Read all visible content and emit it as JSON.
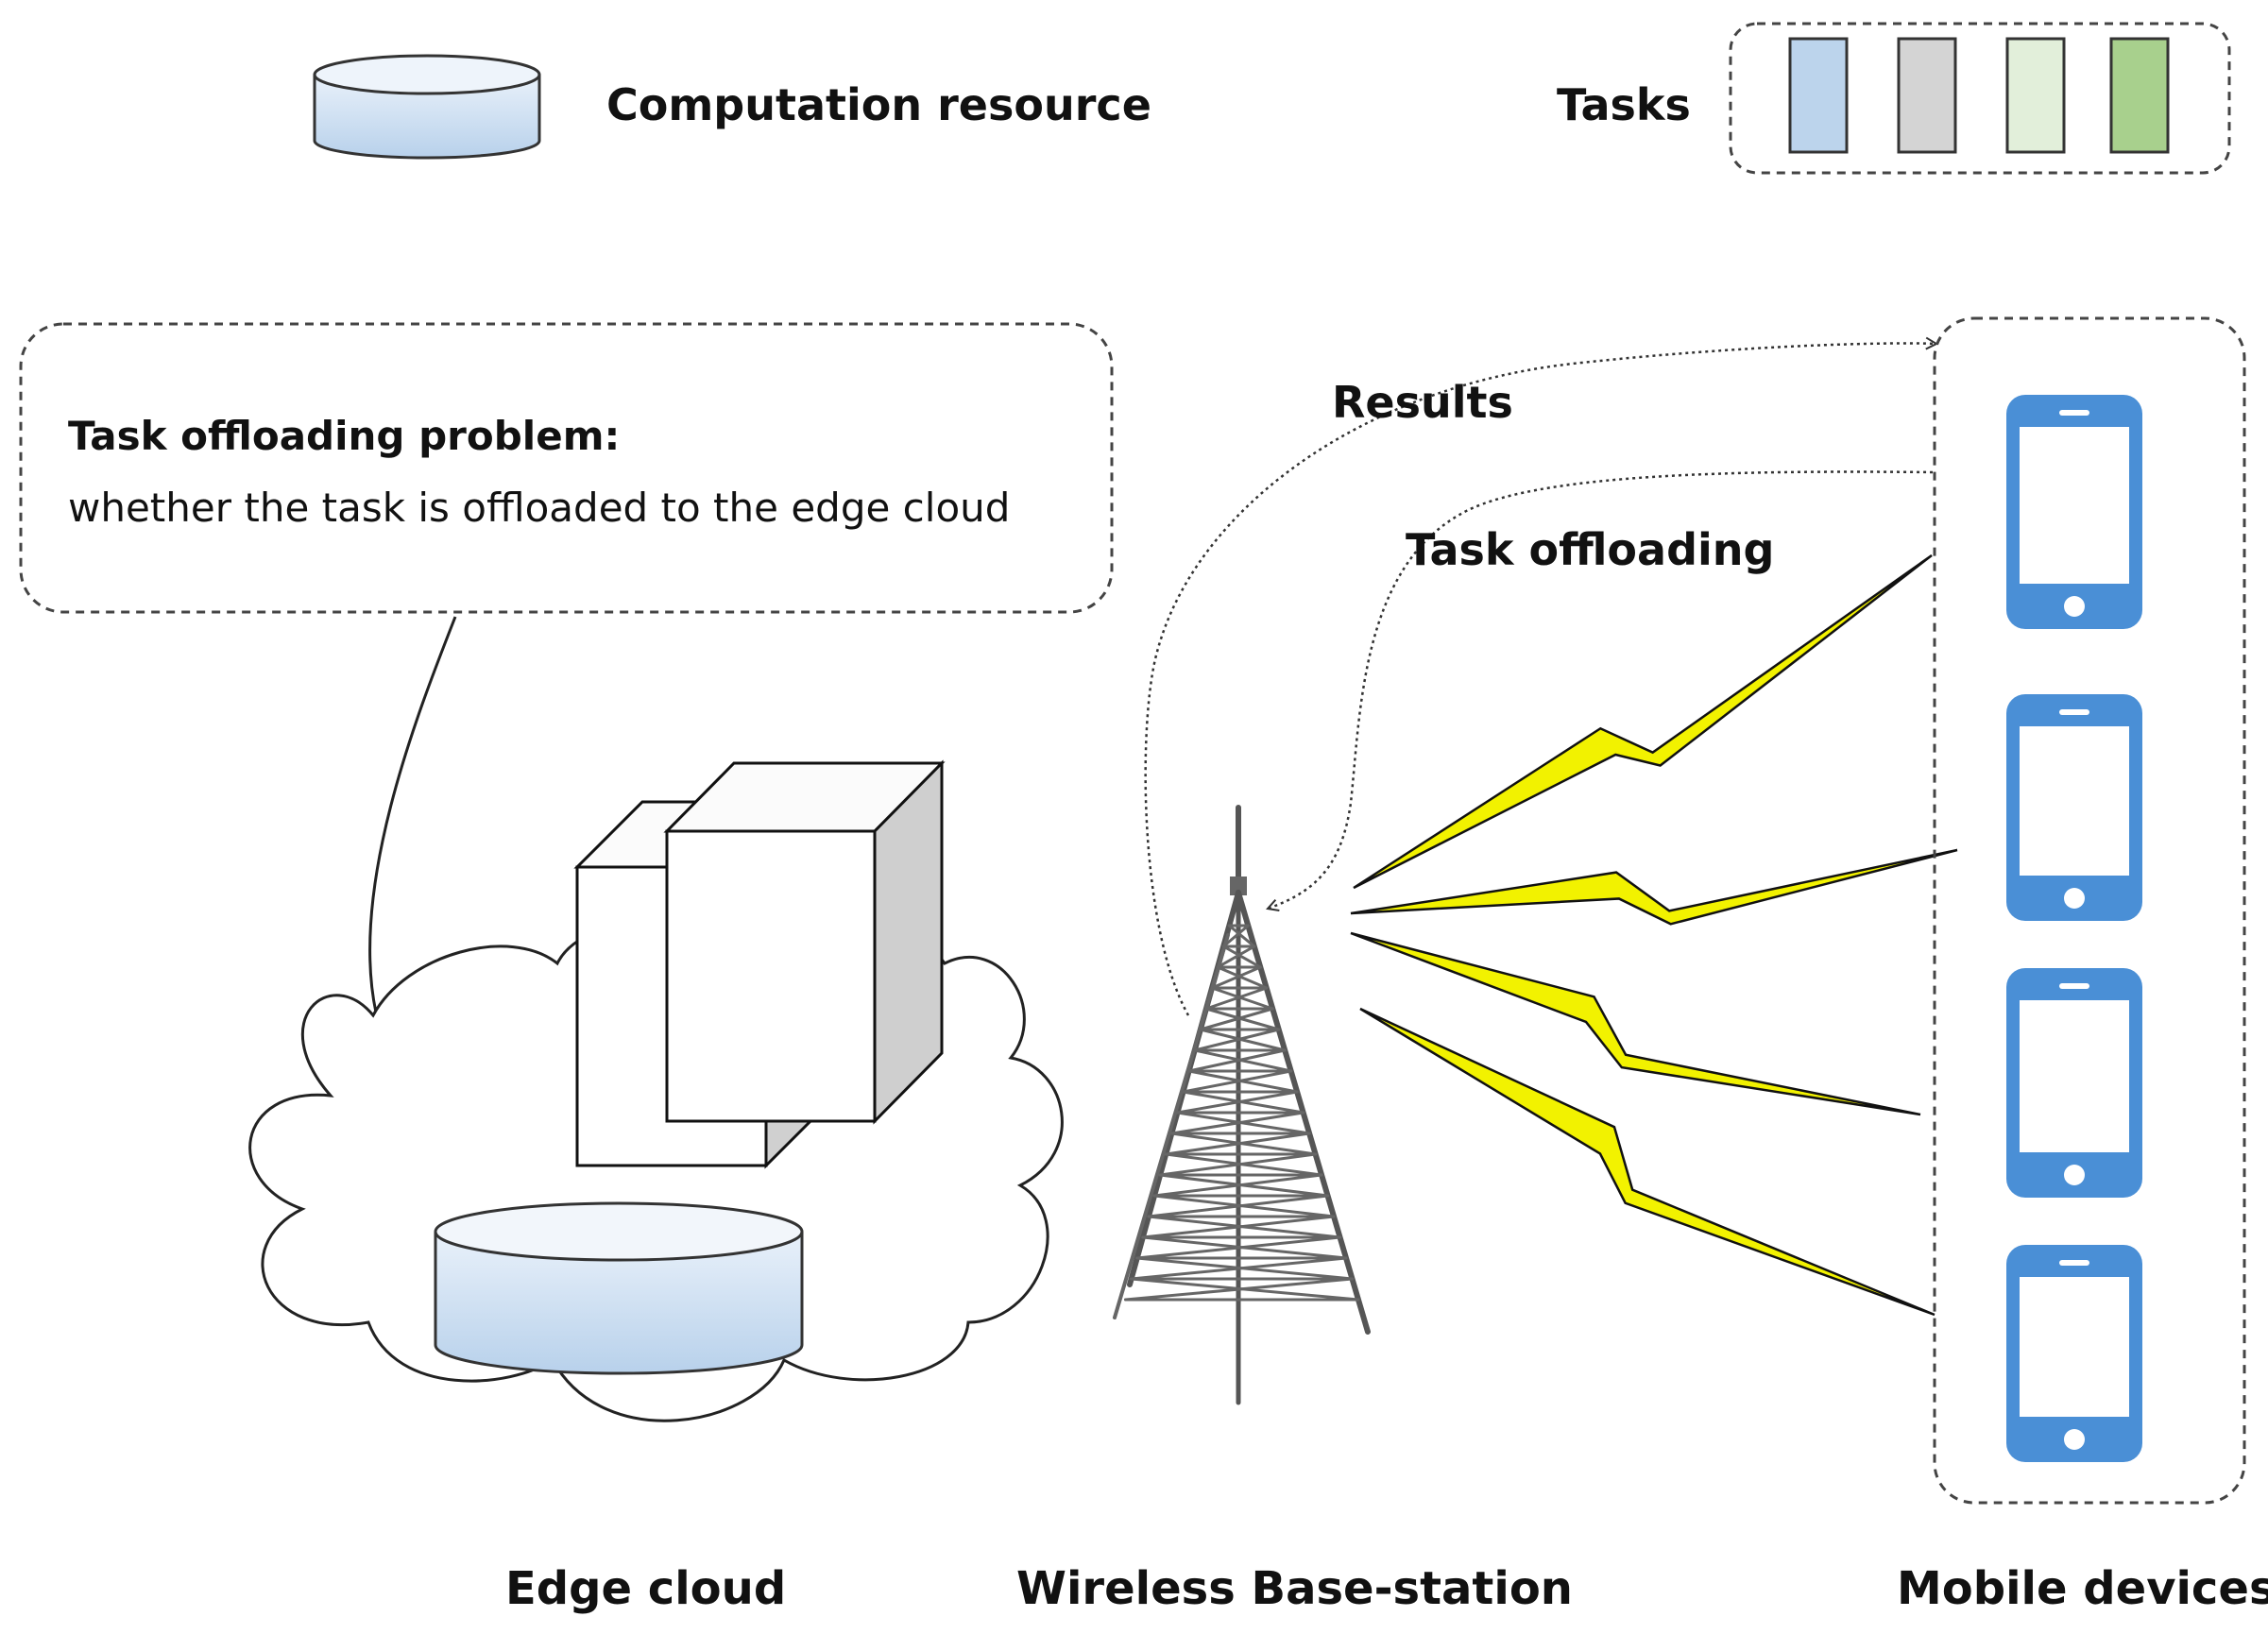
{
  "legend": {
    "computation_resource_label": "Computation resource",
    "tasks_label": "Tasks",
    "task_colors": [
      "#bcd4ec",
      "#d4d4d4",
      "#e2efda",
      "#a8d08d"
    ]
  },
  "callout": {
    "title": "Task offloading problem:",
    "text": "whether the task is offloaded to the edge cloud"
  },
  "arrows": {
    "results_label": "Results",
    "offloading_label": "Task offloading"
  },
  "labels": {
    "edge_cloud": "Edge cloud",
    "base_station": "Wireless Base-station",
    "mobile_devices": "Mobile devices"
  },
  "colors": {
    "resource_fill": "#c7dcf0",
    "phone": "#4a8fd6",
    "lightning": "#f2f200"
  },
  "mobile_device_count": 4
}
